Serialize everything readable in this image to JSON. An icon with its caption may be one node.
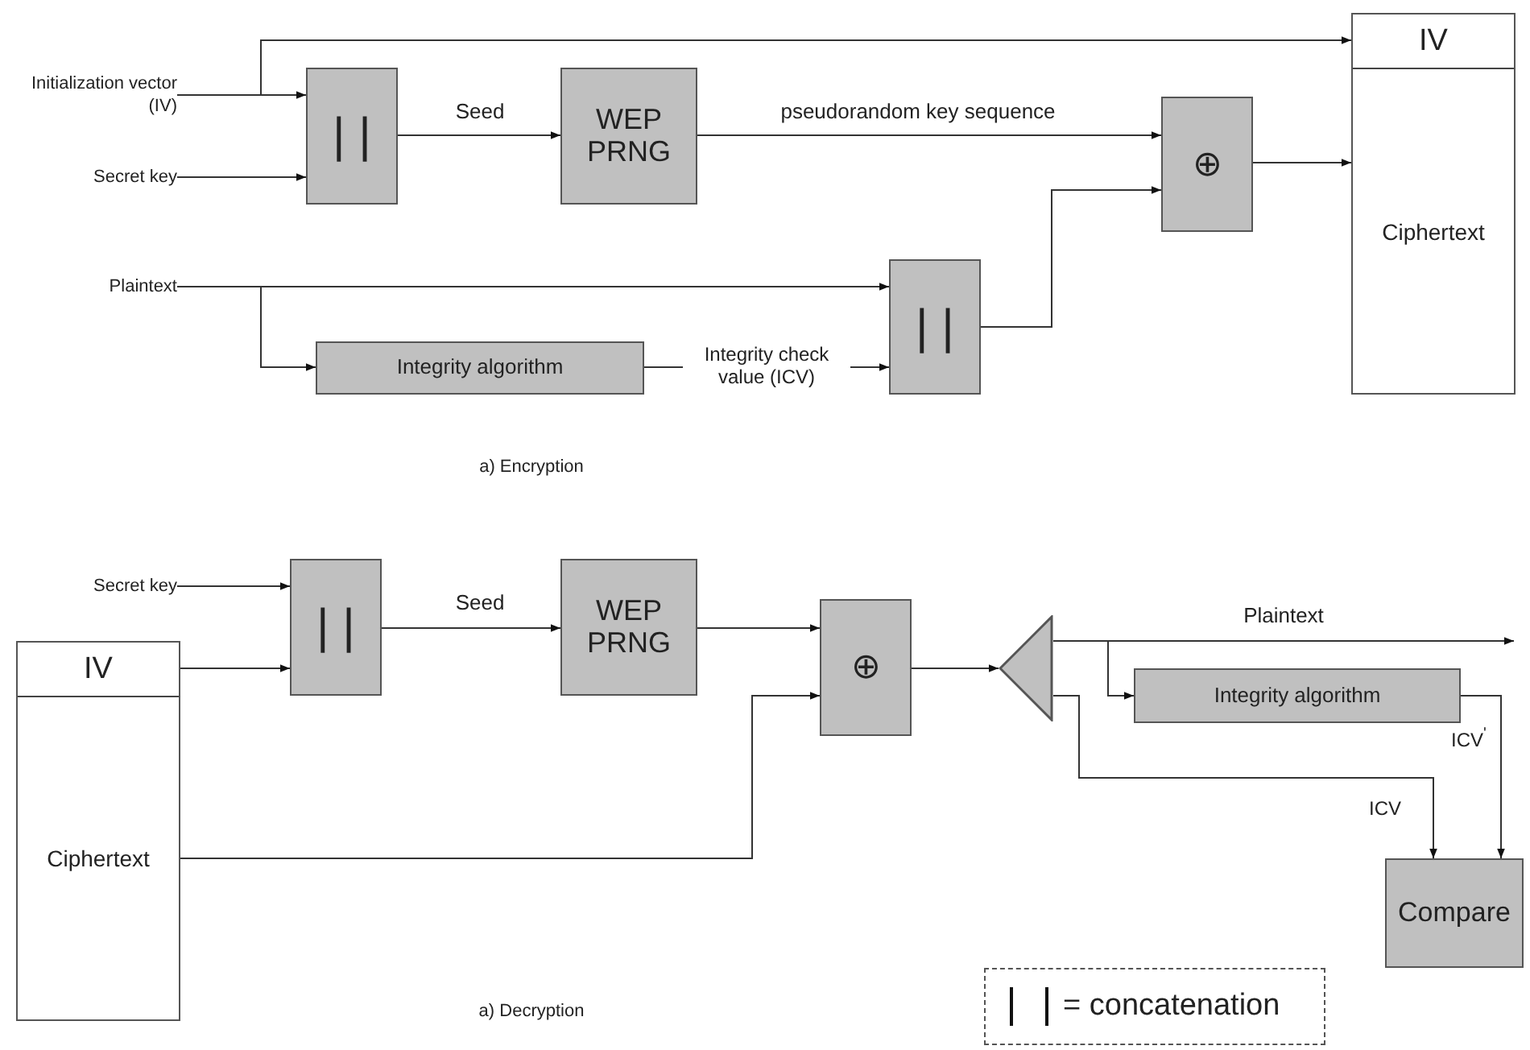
{
  "diagram": {
    "nodes": [
      {
        "text": [
          "Initialization vector (IV)"
        ]
      },
      {
        "text": [
          "Secret key"
        ]
      },
      {
        "text": [
          "| |"
        ]
      },
      {
        "text": [
          "WEP PRNG"
        ]
      },
      {
        "text": [
          "⊕"
        ]
      },
      {
        "text": [
          "IV",
          "Ciphertext"
        ]
      },
      {
        "text": [
          "Plaintext"
        ]
      },
      {
        "text": [
          "Integrity algorithm"
        ]
      },
      {
        "text": [
          "| |"
        ]
      },
      {
        "text": [
          "Secret key"
        ]
      },
      {
        "text": [
          "IV",
          "Ciphertext"
        ]
      },
      {
        "text": [
          "| |"
        ]
      },
      {
        "text": [
          "WEP PRNG"
        ]
      },
      {
        "text": [
          "⊕"
        ]
      },
      {
        "text": [],
        "shape": "triangle"
      },
      {
        "text": [
          "Integrity algorithm"
        ]
      },
      {
        "text": [
          "Compare"
        ]
      }
    ],
    "edges": [
      {
        "from": 0,
        "to": 2,
        "arrow": "to"
      },
      {
        "from": 0,
        "to": 5,
        "arrow": "to"
      },
      {
        "from": 1,
        "to": 2,
        "arrow": "to"
      },
      {
        "from": 2,
        "to": 3,
        "arrow": "to",
        "label": "Seed"
      },
      {
        "from": 3,
        "to": 4,
        "arrow": "to",
        "label": "pseudorandom key sequence"
      },
      {
        "from": 6,
        "to": 8,
        "arrow": "to"
      },
      {
        "from": 6,
        "to": 7,
        "arrow": "to"
      },
      {
        "from": 7,
        "to": 8,
        "arrow": "to",
        "label": "Integrity check value (ICV)"
      },
      {
        "from": 8,
        "to": 4,
        "arrow": "to"
      },
      {
        "from": 4,
        "to": 5,
        "arrow": "to"
      },
      {
        "from": 9,
        "to": 11,
        "arrow": "to"
      },
      {
        "from": 10,
        "to": 11,
        "arrow": "to"
      },
      {
        "from": 11,
        "to": 12,
        "arrow": "to",
        "label": "Seed"
      },
      {
        "from": 12,
        "to": 13,
        "arrow": "to"
      },
      {
        "from": 10,
        "to": 13,
        "arrow": "to"
      },
      {
        "from": 13,
        "to": 14,
        "arrow": "to"
      },
      {
        "from": 14,
        "to": null,
        "arrow": "to",
        "label": "Plaintext"
      },
      {
        "from": 14,
        "to": 15,
        "arrow": "to"
      },
      {
        "from": 14,
        "to": 16,
        "arrow": "to",
        "label": "ICV"
      },
      {
        "from": 15,
        "to": 16,
        "arrow": "to",
        "label": "ICV$^{'}$"
      }
    ],
    "labels": [
      "a) Encryption",
      "a) Decryption"
    ],
    "legend": [
      {
        "text": "= concatenation"
      }
    ]
  }
}
